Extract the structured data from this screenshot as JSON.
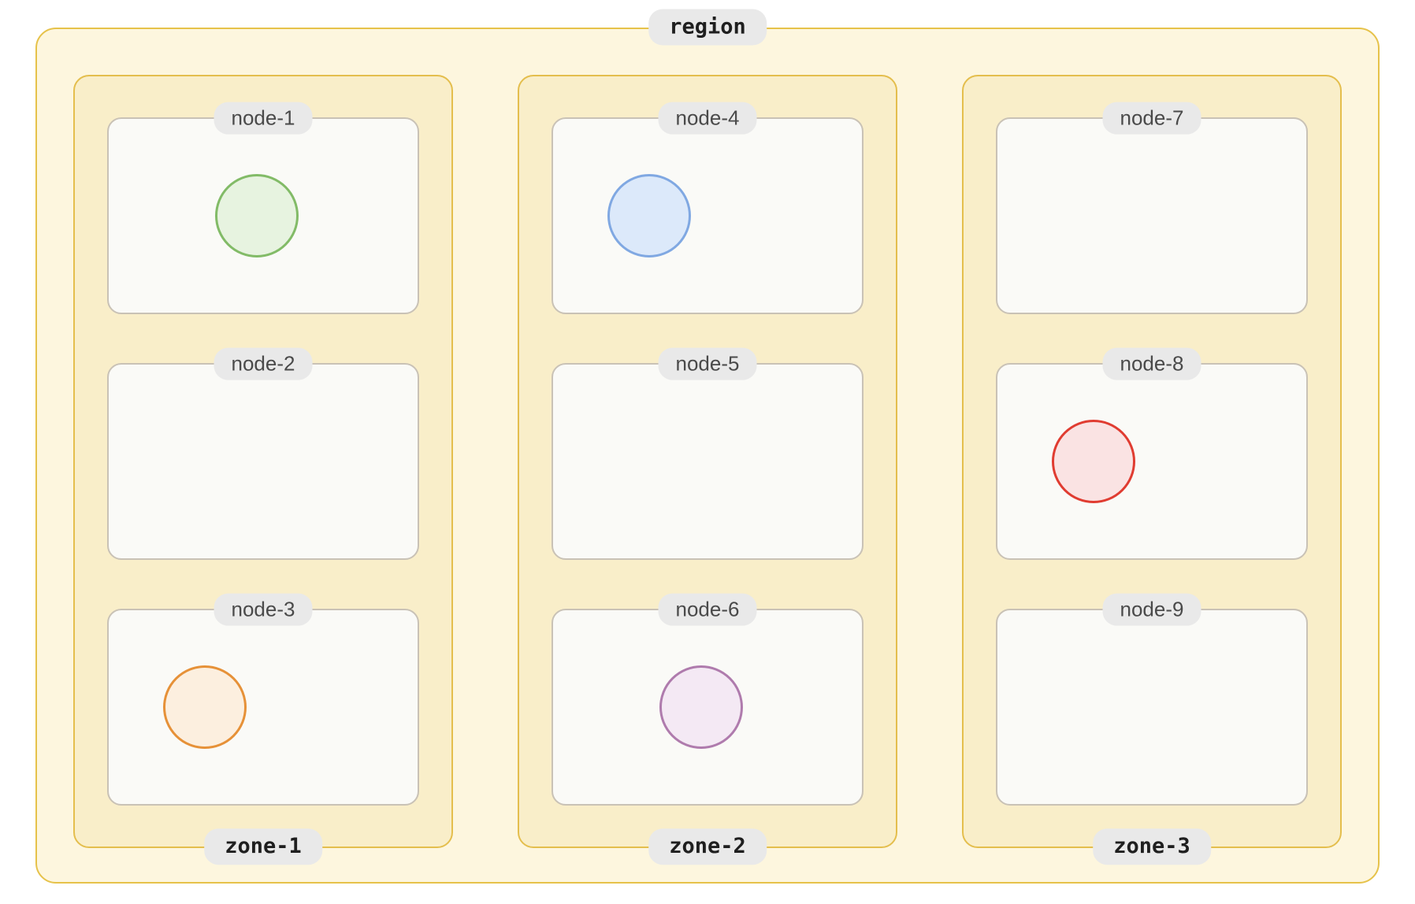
{
  "region": {
    "label": "region"
  },
  "zones": [
    {
      "label": "zone-1",
      "nodes": [
        {
          "label": "node-1",
          "pod": "green"
        },
        {
          "label": "node-2"
        },
        {
          "label": "node-3",
          "pod": "orange"
        }
      ]
    },
    {
      "label": "zone-2",
      "nodes": [
        {
          "label": "node-4",
          "pod": "blue"
        },
        {
          "label": "node-5"
        },
        {
          "label": "node-6",
          "pod": "plum"
        }
      ]
    },
    {
      "label": "zone-3",
      "nodes": [
        {
          "label": "node-7"
        },
        {
          "label": "node-8",
          "pod": "red"
        },
        {
          "label": "node-9"
        }
      ]
    }
  ],
  "colors": {
    "region_bg": "#FDF6DE",
    "region_border": "#E6C24A",
    "zone_bg": "#F9EEC9",
    "zone_border": "#E4BE4D",
    "node_bg": "#FAFAF7",
    "node_border": "#C9C2B6",
    "pill_bg": "#E9E9E9",
    "pod_colors": {
      "green": {
        "fill": "#E7F3E0",
        "stroke": "#82BB67"
      },
      "blue": {
        "fill": "#DCE9FA",
        "stroke": "#80A8E2"
      },
      "orange": {
        "fill": "#FCEFDF",
        "stroke": "#E69138"
      },
      "plum": {
        "fill": "#F4E9F4",
        "stroke": "#AF7BAD"
      },
      "red": {
        "fill": "#FAE3E3",
        "stroke": "#E03C31"
      }
    }
  }
}
